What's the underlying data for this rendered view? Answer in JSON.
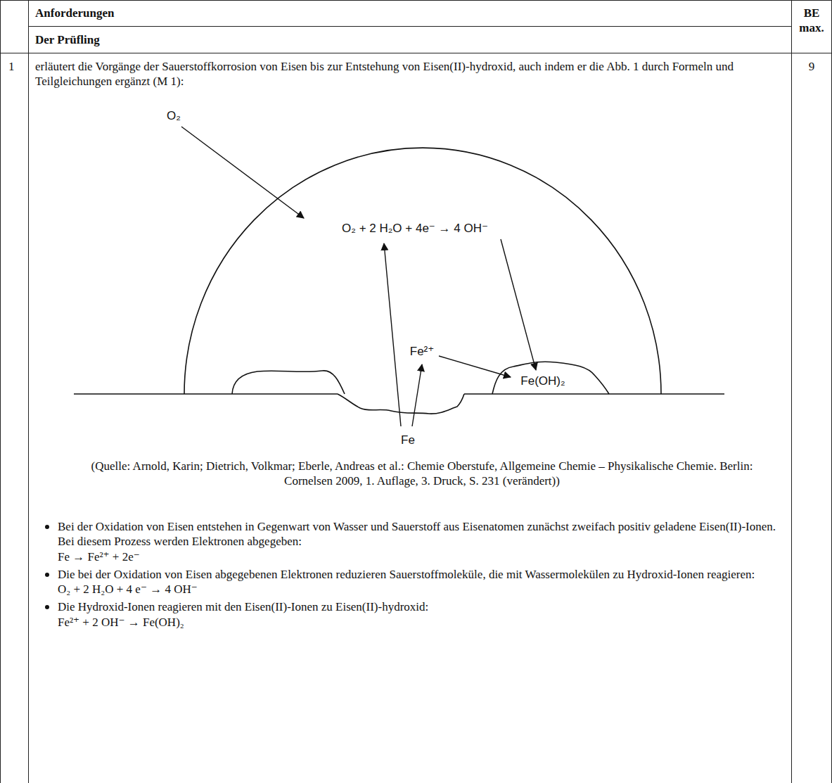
{
  "diagram": {
    "labels": [
      "Anforderungen",
      "BE max.",
      "Der Prüfling",
      "1",
      "erläutert die Vorgänge der Sauerstoffkorrosion von Eisen bis zur Entstehung von Eisen(II)-hydroxid, auch indem er die Abb. 1 durch Formeln und Teilgleichungen ergänzt (M 1):",
      "9",
      "O₂",
      "O₂ + 2 H₂O + 4e⁻ → 4 OH⁻",
      "Fe²⁺",
      "Fe(OH)₂",
      "Fe",
      "(Quelle: Arnold, Karin; Dietrich, Volkmar; Eberle, Andreas et al.: Chemie Oberstufe, Allgemeine Chemie – Physikalische Chemie. Berlin: Cornelsen 2009, 1. Auflage, 3. Druck, S. 231 (verändert))",
      "Bei der Oxidation von Eisen entstehen in Gegenwart von Wasser und Sauerstoff aus Eisenatomen zunächst zweifach positiv geladene Eisen(II)-Ionen. Bei diesem Prozess werden Elektronen abgegeben:",
      "Fe → Fe²⁺ + 2e⁻",
      "Die bei der Oxidation von Eisen abgegebenen Elektronen reduzieren Sauerstoffmoleküle, die mit Wassermolekülen zu Hydroxid-Ionen reagieren:",
      "O₂ + 2 H₂O + 4 e⁻ → 4 OH⁻",
      "Die Hydroxid-Ionen reagieren mit den Eisen(II)-Ionen zu Eisen(II)-hydroxid:",
      "Fe²⁺ + 2 OH⁻ → Fe(OH)₂"
    ]
  }
}
